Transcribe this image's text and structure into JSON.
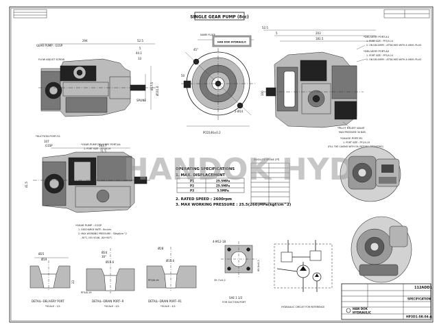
{
  "title": "SINGLE GEAR PUMP (8cc)",
  "watermark": "HANDOK HYD",
  "brand": {
    "name_plate": "NAME PLATE",
    "plate_logo": "HAN DOK HYDRAULIC",
    "company_line1": "HAN DOK",
    "company_line2": "HYDRAULIC"
  },
  "side_view": {
    "gear_pump_label": "GEAR PUMP : G1SP",
    "flow_adjust": "FLOW ADJUST SCREW",
    "spline_label": "SPLINE",
    "dim_294": "294",
    "dim_52_5": "52.5",
    "dim_5": "5",
    "dim_44_1": "44.1",
    "dim_33": "33",
    "dim_phi": "Ø101.6",
    "dim_phi2": "Ø17.5"
  },
  "front_view": {
    "dim_45": "45°",
    "dim_2_phi14": "2-Ø14",
    "pcd": "PCD146±0.2",
    "dim_50": "50"
  },
  "right_view": {
    "dim_52_5": "52.5",
    "dim_5": "5",
    "dim_203": "203",
    "dim_181_5": "181.5",
    "dim_100": "100",
    "delivery_a1": "*DELIVERY PORT-A1",
    "delivery_a1_size": "1. PORT SIZE : PF3/4-14",
    "delivery_a1_note": "2. ON DELIVERY : ATTACHED WITH A VINYL PLUG",
    "delivery_a2": "*DELIVERY PORT-A2",
    "delivery_a2_size": "1. PORT SIZE : PF3/4-14",
    "delivery_a2_note": "2. ON DELIVERY : ATTACHED WITH A VINYL PLUG",
    "pilot_relief": "*PILOT RELIEF VALVE",
    "pilot_relief_pressure": "MAX PRESSURE 30 BAR",
    "gauge_port": "*GAUGE PORT-R1",
    "gauge_port_size": "1. PORT SIZE : PF1/4-19",
    "gauge_port_note": "(FILL THE CASING WITH OIL BEFORE OPERATING)"
  },
  "lower_view": {
    "suction_port": "*SUCTION PORT-S1",
    "dim_107": "107",
    "g1sp": "G1SP",
    "dim_163_7": "163.7",
    "dim_71_5": "71.5",
    "gear_delivery": "*GEAR PUMP DELIVERY PORT-A4",
    "gear_delivery_size": "1. PORT SIZE : PF3/8-19",
    "dim_41_5": "41.5",
    "gear_pump_g1sp": "*GEAR PUMP : G1SP",
    "discharge_rate": "1. DISCHARGE RATE : 8cc/rev",
    "max_working": "2. MAX WORKING PRESSURE : 30kgf/cm^2",
    "temp": "-30°C, ISO VG46, -80+90°C"
  },
  "spec": {
    "heading": "OPERATING SPECIFICATIONS",
    "item1": "1. MAX. DISPLACEMENT",
    "rows": [
      {
        "port": "P1",
        "value": "25.5MPa"
      },
      {
        "port": "P2",
        "value": "25.5MPa"
      },
      {
        "port": "P3",
        "value": "5.5MPa"
      }
    ],
    "item2": "2. RATED SPEED : 2600rpm",
    "item3": "3. MAX WORKING PRESSURE : 25.5(260)MPa(kgf/cm^2)"
  },
  "spline_table": {
    "heading": "INVOLUTE SPLINE 규격",
    "rows": [
      "",
      "",
      "",
      "",
      "",
      "",
      "",
      ""
    ]
  },
  "details": {
    "delivery": "DETAIL--DELIVERY PORT",
    "delivery_scale": "*SCALE : 1/1",
    "delivery_dim1": "Ø25",
    "delivery_dim2": "Ø19",
    "delivery_dim3": "23",
    "drain_r": "DETAIL--DRAIN PORT--R",
    "drain_r_scale": "*SCALE : 4/1",
    "drain_r_dim1": "Ø24",
    "drain_r_dim2": "30°",
    "drain_r_dim3": "Ø15.6",
    "drain_r_port": "PF3/8-19",
    "drain_r1": "DETAIL--DRAIN PORT--R1",
    "drain_r1_scale": "*SCALE : 4/1",
    "drain_r1_dim1": "Ø28",
    "drain_r1_dim2": "Ø15.6",
    "drain_r1_port": "PF3/8-19",
    "suction": "SAE 1 1/2",
    "suction_line2": "FOR SUCTION PORT",
    "suction_bolts": "4-M12-18",
    "suction_dim1": "35.7±0.2",
    "suction_dim2": "69.9±0.2",
    "circuit": "HYDRAULIC CIRCUIT FOR REFERENCE"
  },
  "title_block": {
    "drawing_no": "112ADD1",
    "part_label": "SPECIFICATION",
    "doc_no": "HP3D1-SK-04-A",
    "rows": [
      "",
      "",
      "",
      ""
    ]
  }
}
